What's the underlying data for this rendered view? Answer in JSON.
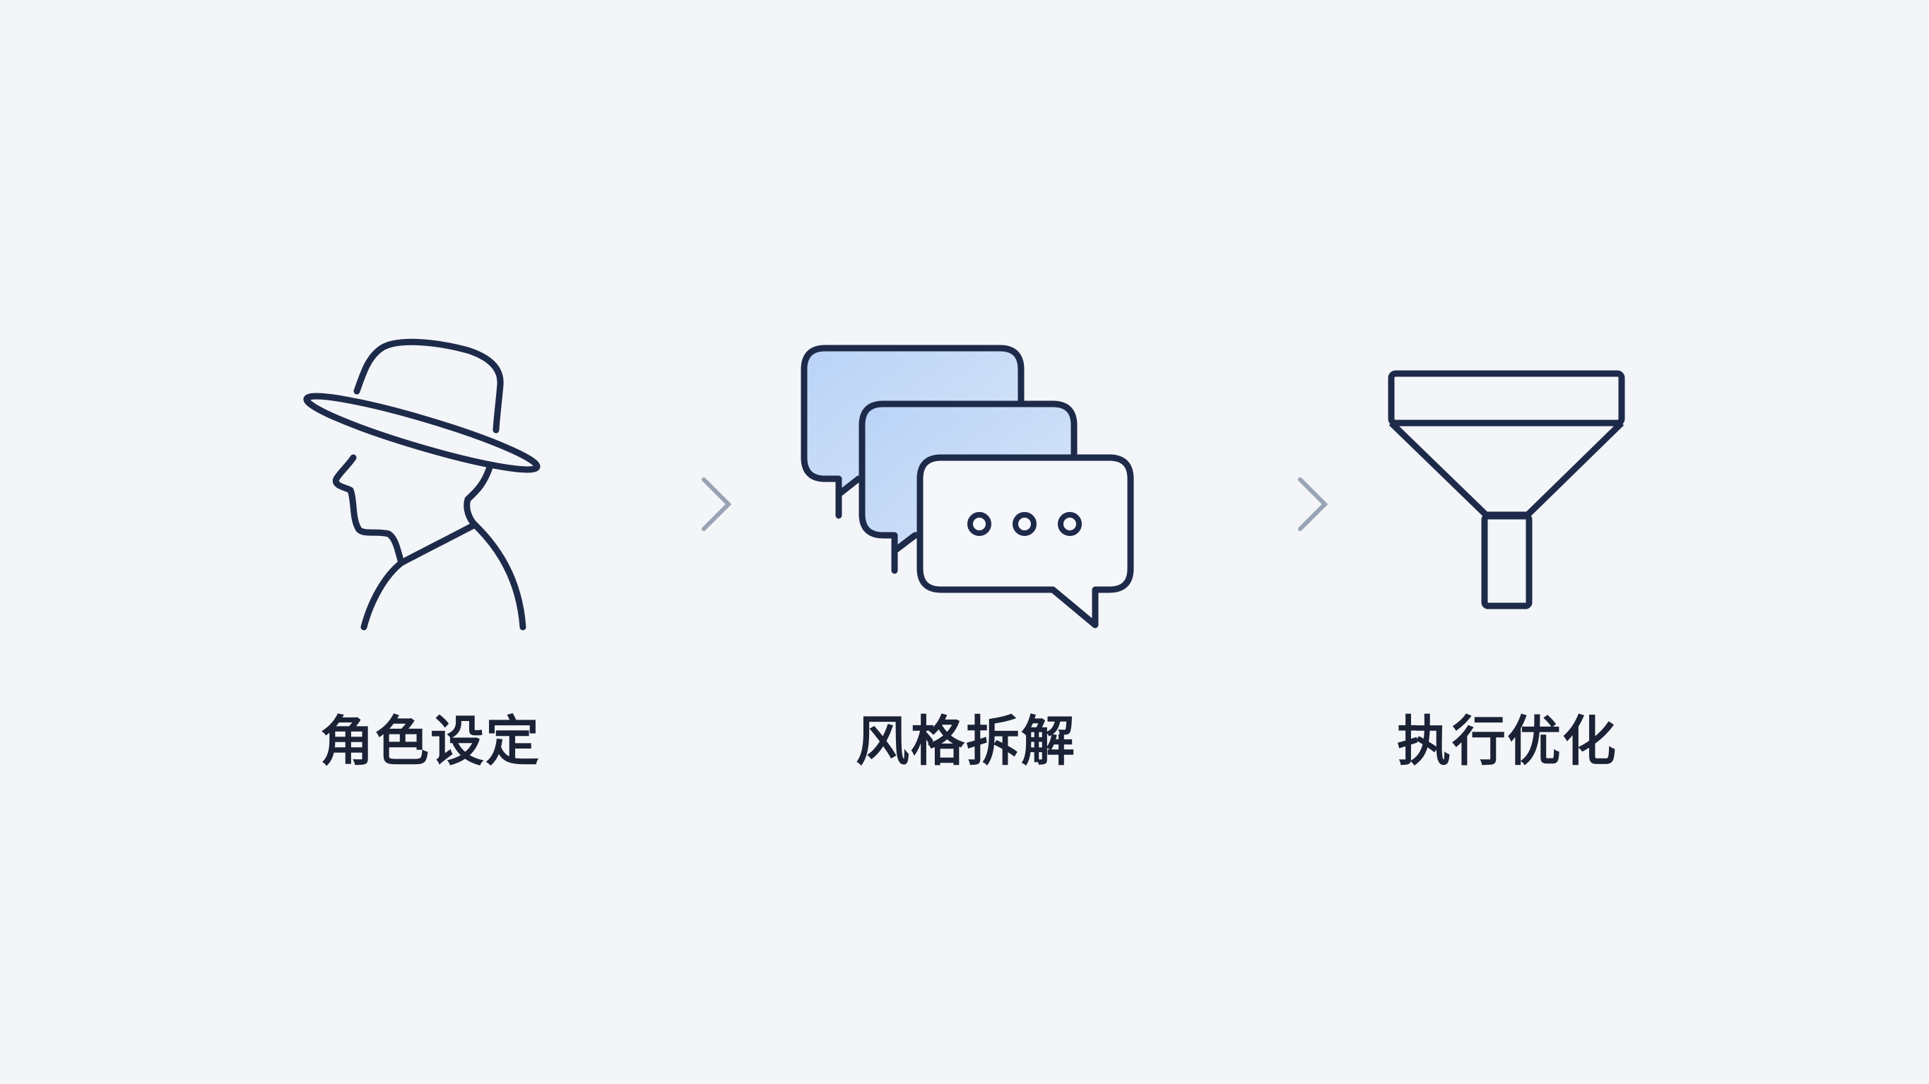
{
  "steps": [
    {
      "label": "角色设定",
      "icon": "person-with-hat-icon"
    },
    {
      "label": "风格拆解",
      "icon": "chat-bubbles-icon"
    },
    {
      "label": "执行优化",
      "icon": "funnel-icon"
    }
  ],
  "colors": {
    "stroke": "#1e2a4a",
    "fill": "#c5dbf8",
    "arrow": "#9aa3b5",
    "background": "#f3f5f8"
  }
}
